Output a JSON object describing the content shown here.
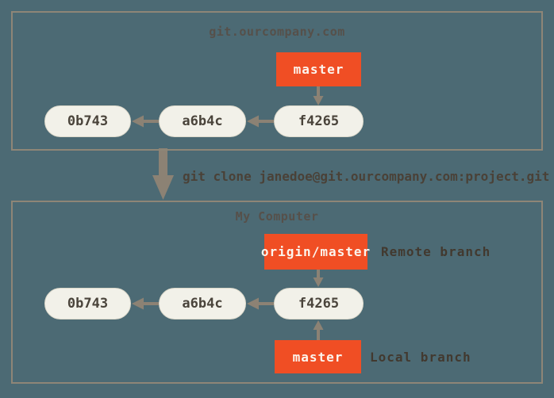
{
  "colors": {
    "background": "#4c6a74",
    "box_border": "#8e8677",
    "commit_fill": "#f2f1e9",
    "commit_text": "#4a443b",
    "branch_fill": "#f04e24",
    "branch_text": "#fcf5ee",
    "arrow": "#8c8274",
    "box_title": "#56504a",
    "command_text": "#4a4137",
    "annotation_text": "#42392f"
  },
  "remote_server": {
    "title": "git.ourcompany.com",
    "branch_label": "master",
    "commits": [
      "0b743",
      "a6b4c",
      "f4265"
    ]
  },
  "clone": {
    "command": "git clone janedoe@git.ourcompany.com:project.git"
  },
  "local_machine": {
    "title": "My Computer",
    "remote_tracking_branch": "origin/master",
    "remote_tracking_annotation": "Remote branch",
    "local_branch": "master",
    "local_branch_annotation": "Local branch",
    "commits": [
      "0b743",
      "a6b4c",
      "f4265"
    ]
  }
}
